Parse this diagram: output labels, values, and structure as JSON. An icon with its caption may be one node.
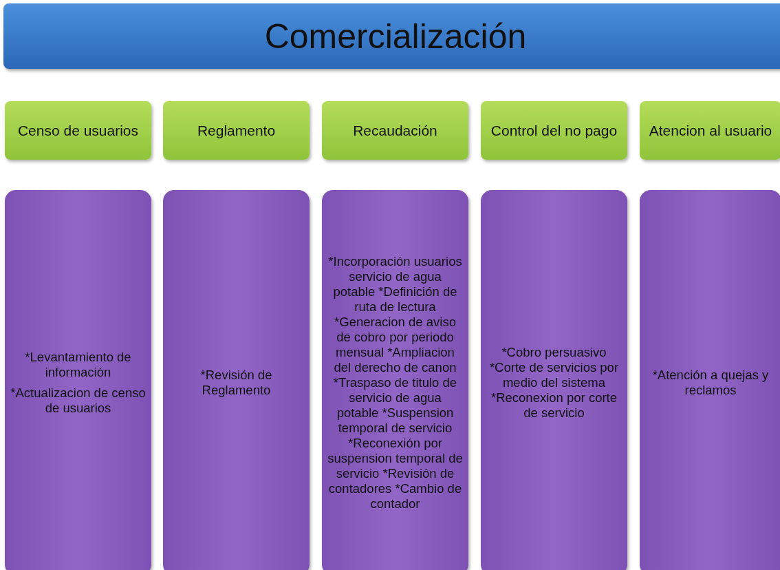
{
  "diagram": {
    "nodes": [
      {
        "text": [
          "Comercialización"
        ]
      },
      {
        "text": [
          "Censo de usuarios"
        ]
      },
      {
        "text": [
          "Reglamento"
        ]
      },
      {
        "text": [
          "Recaudación"
        ]
      },
      {
        "text": [
          "Control del no pago"
        ]
      },
      {
        "text": [
          "Atencion al usuario"
        ]
      },
      {
        "text": [
          "*Levantamiento de información",
          "*Actualizacion de censo de usuarios"
        ]
      },
      {
        "text": [
          "*Revisión de Reglamento"
        ]
      },
      {
        "text": [
          "*Incorporación usuarios servicio de agua potable *Definición de ruta de lectura *Generacion de aviso de cobro por periodo mensual *Ampliacion del derecho de canon *Traspaso de titulo de servicio de agua potable *Suspension temporal de servicio *Reconexión por suspension temporal de servicio *Revisión de contadores *Cambio de contador"
        ]
      },
      {
        "text": [
          "*Cobro persuasivo *Corte de servicios por medio del sistema *Reconexion por corte de servicio"
        ]
      },
      {
        "text": [
          "*Atención a quejas y reclamos"
        ]
      }
    ],
    "edges": []
  }
}
